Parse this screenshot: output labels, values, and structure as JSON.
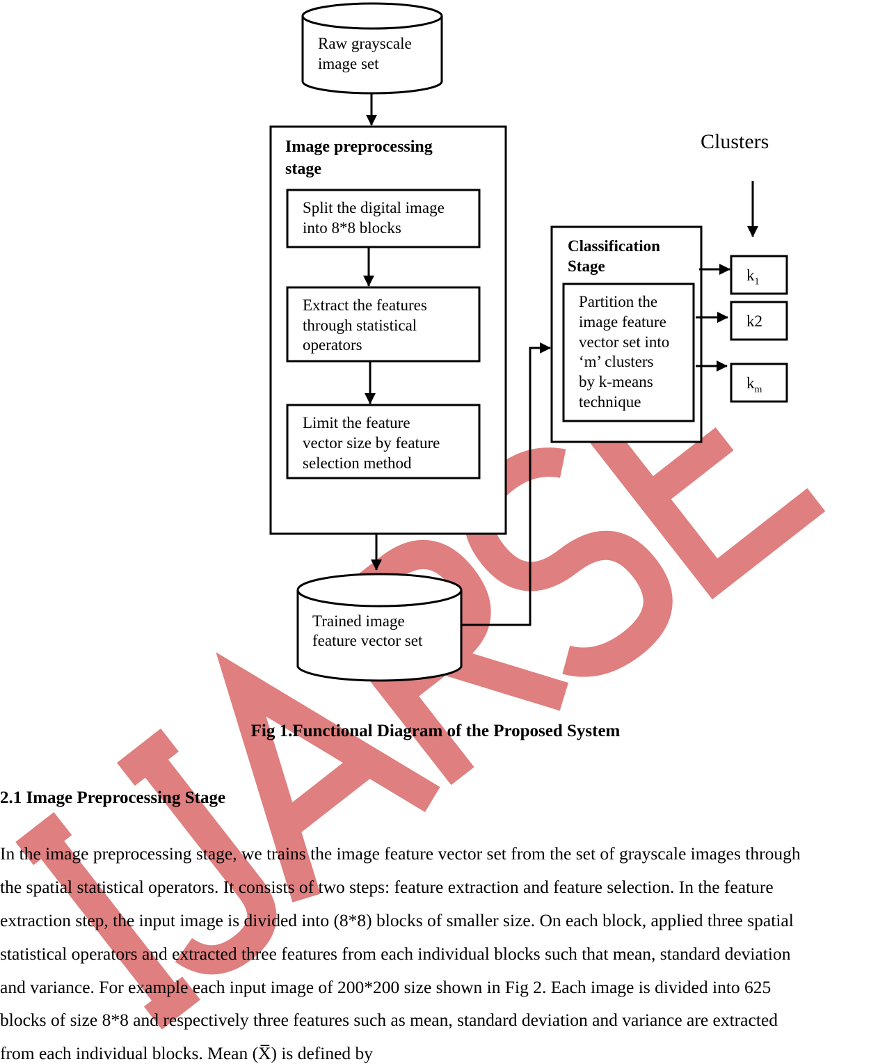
{
  "watermark": {
    "text": "IJARSE",
    "color": "#df7f7f"
  },
  "diagram": {
    "raw_db": [
      "Raw   grayscale",
      "image set"
    ],
    "preprocessing_title": [
      "Image preprocessing",
      "stage"
    ],
    "step1": [
      "Split the digital image",
      "into 8*8 blocks"
    ],
    "step2": [
      "Extract the features",
      "through statistical",
      "operators"
    ],
    "step3": [
      "Limit the feature",
      "vector size by feature",
      "selection method"
    ],
    "trained_db": [
      "Trained image",
      "feature vector set"
    ],
    "classification_title": [
      "Classification",
      "Stage"
    ],
    "partition": [
      "Partition the",
      "image feature",
      "vector set into",
      "‘m’ clusters",
      "by k-means",
      "technique"
    ],
    "clusters_label": "Clusters",
    "k1": {
      "base": "k",
      "sub": "1"
    },
    "k2": "k2",
    "km": {
      "base": "k",
      "sub": "m"
    }
  },
  "caption": "Fig 1.Functional Diagram of the Proposed System",
  "section_heading": "2.1 Image Preprocessing Stage",
  "paragraph_lines": [
    "In the image preprocessing stage, we trains the image feature vector set from the set of grayscale images through",
    "the spatial statistical operators. It consists of two steps: feature extraction and feature selection.  In the feature",
    "extraction step, the input image is divided into (8*8) blocks of smaller size. On each block, applied three spatial",
    "statistical operators and extracted three features from each individual blocks such that mean, standard deviation",
    "and variance. For example each input image of 200*200 size shown in Fig 2. Each image is divided into 625",
    "blocks of size 8*8 and respectively three features such as mean, standard deviation and variance are extracted",
    "from each individual blocks. Mean (X̅) is defined by"
  ]
}
